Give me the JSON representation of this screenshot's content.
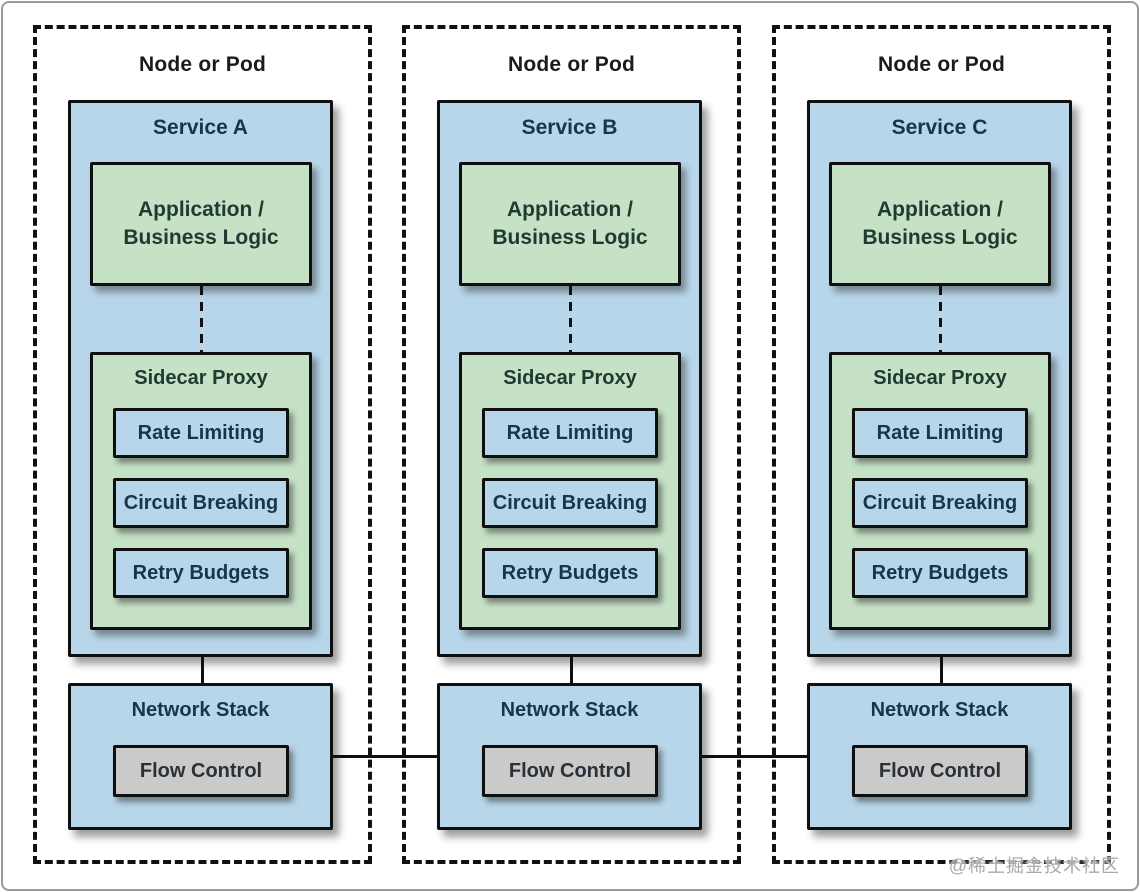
{
  "diagram": {
    "watermark": "@稀土掘金技术社区",
    "colors": {
      "box_blue": "#b8d6e9",
      "box_green": "#c5e2c6",
      "box_gray": "#cacaca",
      "line_black": "#0f0f0f"
    },
    "nodes": [
      {
        "title": "Node or Pod",
        "service_label": "Service A",
        "app_line1": "Application /",
        "app_line2": "Business Logic",
        "sidecar_label": "Sidecar Proxy",
        "features": [
          "Rate Limiting",
          "Circuit Breaking",
          "Retry Budgets"
        ],
        "network_label": "Network Stack",
        "flow_label": "Flow Control"
      },
      {
        "title": "Node or Pod",
        "service_label": "Service B",
        "app_line1": "Application /",
        "app_line2": "Business Logic",
        "sidecar_label": "Sidecar Proxy",
        "features": [
          "Rate Limiting",
          "Circuit Breaking",
          "Retry Budgets"
        ],
        "network_label": "Network Stack",
        "flow_label": "Flow Control"
      },
      {
        "title": "Node or Pod",
        "service_label": "Service C",
        "app_line1": "Application /",
        "app_line2": "Business Logic",
        "sidecar_label": "Sidecar Proxy",
        "features": [
          "Rate Limiting",
          "Circuit Breaking",
          "Retry Budgets"
        ],
        "network_label": "Network Stack",
        "flow_label": "Flow Control"
      }
    ]
  }
}
